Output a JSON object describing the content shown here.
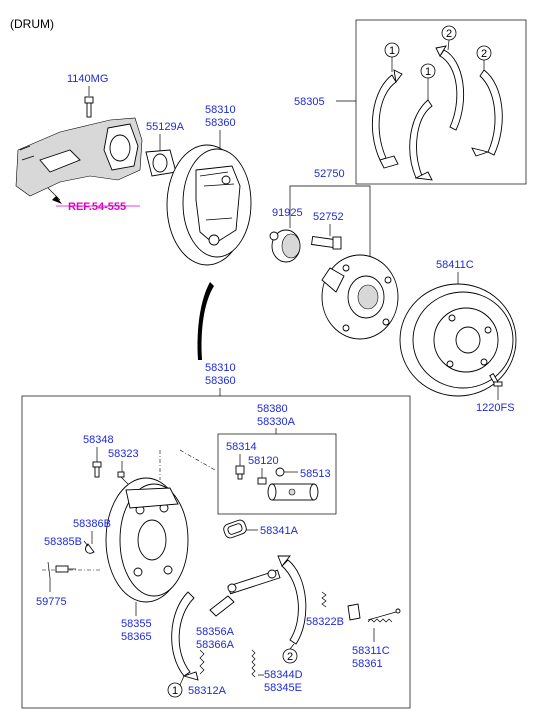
{
  "title": "(DRUM)",
  "labels": {
    "p1140MG": "1140MG",
    "p55129A": "55129A",
    "p58310_top": "58310",
    "p58360_top": "58360",
    "p58305": "58305",
    "ref": "REF.54-555",
    "p52750": "52750",
    "p91925": "91925",
    "p52752": "52752",
    "p58411C": "58411C",
    "p1220FS": "1220FS",
    "p58310_mid": "58310",
    "p58360_mid": "58360",
    "p58380": "58380",
    "p58330A": "58330A",
    "p58348": "58348",
    "p58323": "58323",
    "p58314": "58314",
    "p58120": "58120",
    "p58513": "58513",
    "p58386B": "58386B",
    "p58385B": "58385B",
    "p58341A": "58341A",
    "p59775": "59775",
    "p58355": "58355",
    "p58365": "58365",
    "p58356A": "58356A",
    "p58366A": "58366A",
    "p58322B": "58322B",
    "p58311C": "58311C",
    "p58361": "58361",
    "p58344D": "58344D",
    "p58345E": "58345E",
    "p58312A": "58312A"
  },
  "callouts": {
    "c1a": "1",
    "c1b": "1",
    "c2a": "2",
    "c2b": "2",
    "c1_bottom": "1",
    "c2_bottom": "2"
  }
}
